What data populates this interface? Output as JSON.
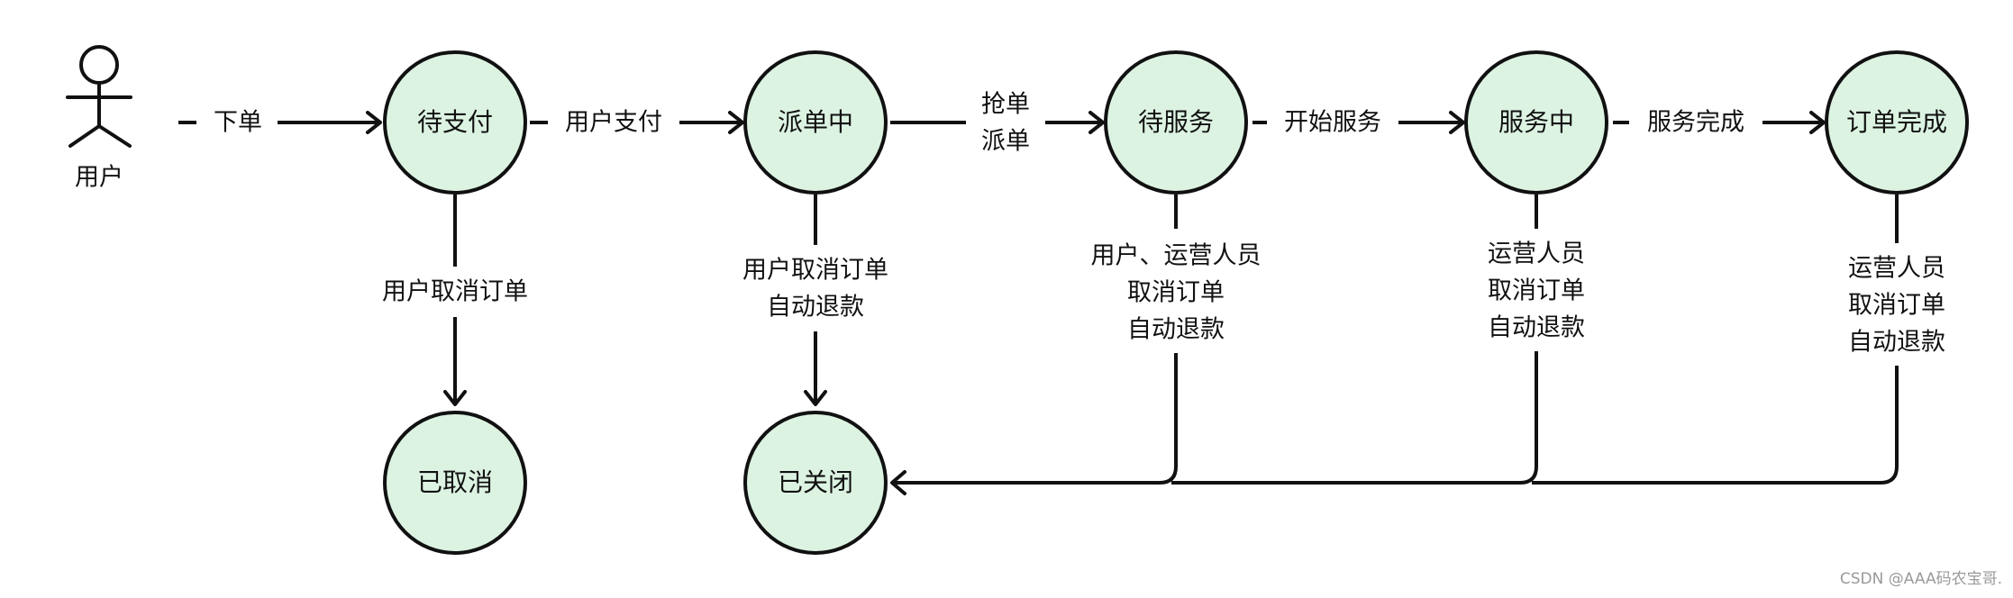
{
  "actor": {
    "label": "用户",
    "icon": "stick-figure-icon"
  },
  "states": {
    "pending_payment": "待支付",
    "dispatching": "派单中",
    "pending_service": "待服务",
    "in_service": "服务中",
    "completed": "订单完成",
    "cancelled": "已取消",
    "closed": "已关闭"
  },
  "transitions": {
    "place_order": "下单",
    "user_pay": "用户支付",
    "grab_dispatch": [
      "抢单",
      "派单"
    ],
    "start_service": "开始服务",
    "service_done": "服务完成",
    "pay_cancel": "用户取消订单",
    "dispatch_cancel": [
      "用户取消订单",
      "自动退款"
    ],
    "pending_cancel": [
      "用户、运营人员",
      "取消订单",
      "自动退款"
    ],
    "inservice_cancel": [
      "运营人员",
      "取消订单",
      "自动退款"
    ],
    "completed_cancel": [
      "运营人员",
      "取消订单",
      "自动退款"
    ]
  },
  "colors": {
    "node_fill": "#dcf3e2",
    "stroke": "#111111",
    "text": "#111111",
    "watermark": "#9a9a9a"
  },
  "watermark": "CSDN @AAA码农宝哥."
}
